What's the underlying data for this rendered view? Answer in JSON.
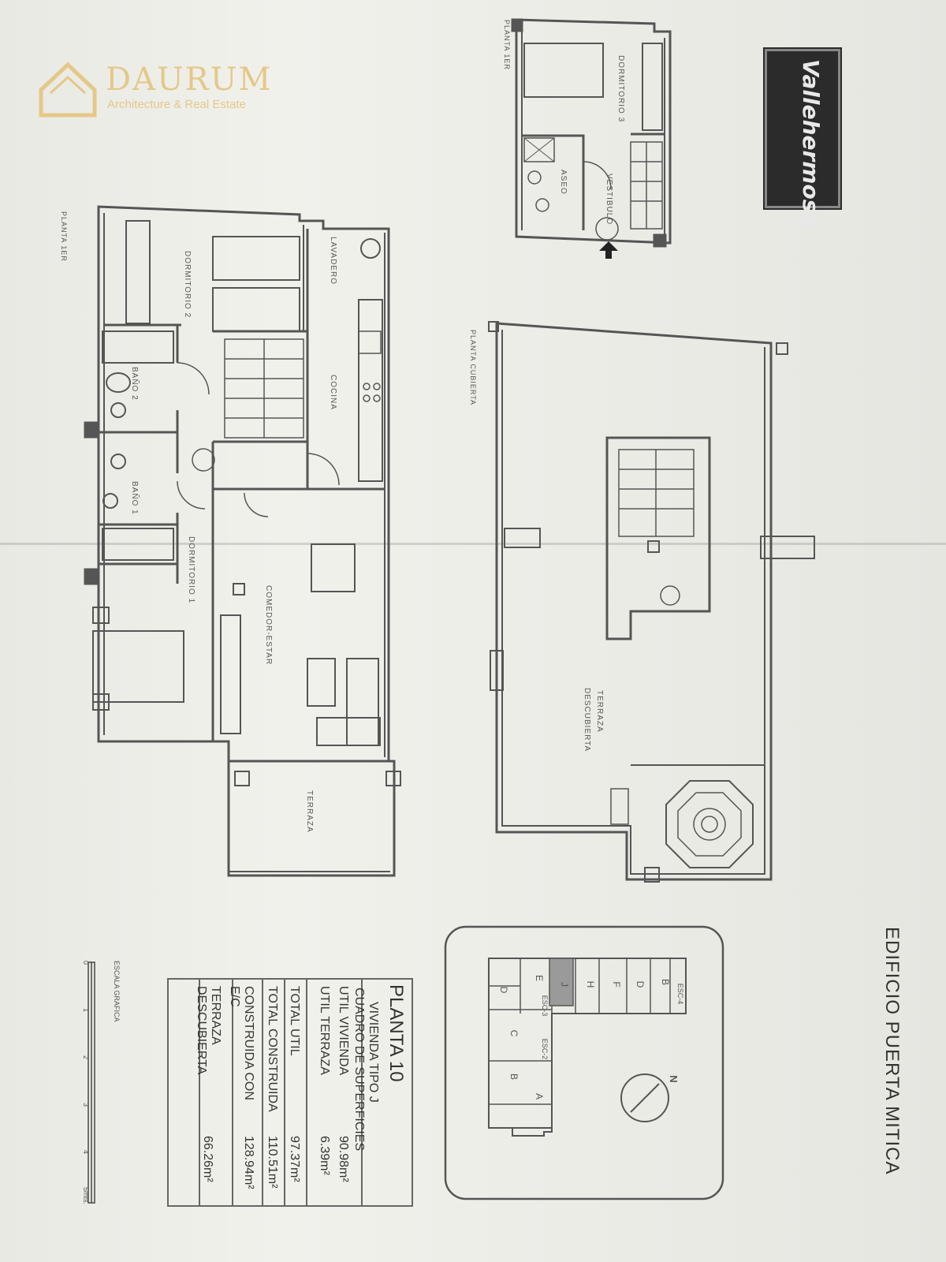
{
  "watermark": {
    "name": "DAURUM",
    "tagline": "Architecture & Real Estate",
    "accent": "#e5c887"
  },
  "brand_label": "Vallehermoso",
  "building": "EDIFICIO PUERTA MITICA",
  "plan_labels": {
    "planta_baja": "PLANTA 1ER",
    "planta_alta": "PLANTA 1ER",
    "planta_cubierta": "PLANTA CUBIERTA"
  },
  "rooms": {
    "dormitorio2": "DORMITORIO 2",
    "lavadero": "LAVADERO",
    "bano2": "BAÑO 2",
    "cocina": "COCINA",
    "bano1": "BAÑO 1",
    "dormitorio1": "DORMITORIO 1",
    "comedor": "COMEDOR-ESTAR",
    "terraza": "TERRAZA",
    "terraza_desc_1": "TERRAZA",
    "terraza_desc_2": "DESCUBIERTA",
    "dormitorio3": "DORMITORIO 3",
    "aseo": "ASEO",
    "vestibulo": "VESTIBULO"
  },
  "key_plan": {
    "units_top": [
      "B",
      "D",
      "F",
      "H",
      "J",
      "E"
    ],
    "units_bottom": [
      "D",
      "C",
      "B",
      "A"
    ],
    "stairs": [
      "ESC-4",
      "ESC-3",
      "ESC-2"
    ],
    "north": "N"
  },
  "summary": {
    "title": "PLANTA 10",
    "subtitle_1": "VIVIENDA TIPO J",
    "subtitle_2": "CUADRO DE SUPERFICIES",
    "rows": [
      {
        "label": "UTIL VIVIENDA",
        "value": "90.98m²"
      },
      {
        "label": "UTIL TERRAZA",
        "value": "6.39m²"
      },
      {
        "label": "TOTAL UTIL",
        "value": "97.37m²"
      },
      {
        "label": "TOTAL CONSTRUIDA",
        "value": "110.51m²"
      },
      {
        "label": "CONSTRUIDA CON E/C",
        "value": "128.94m²"
      },
      {
        "label": "TERRAZA DESCUBIERTA",
        "value": "66.26m²"
      }
    ]
  },
  "scale": {
    "title": "ESCALA GRAFICA",
    "ticks": [
      "0",
      "1",
      "2",
      "3",
      "4",
      "5mts."
    ]
  }
}
